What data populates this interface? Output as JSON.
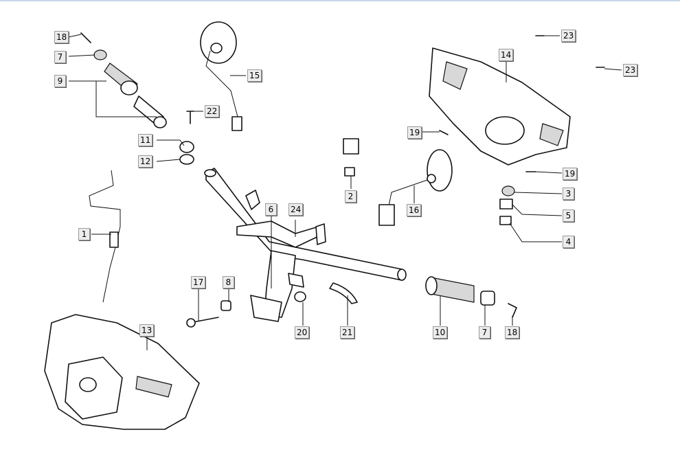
{
  "callouts": [
    {
      "id": "c18a",
      "label": "18"
    },
    {
      "id": "c7a",
      "label": "7"
    },
    {
      "id": "c9",
      "label": "9"
    },
    {
      "id": "c15",
      "label": "15"
    },
    {
      "id": "c22",
      "label": "22"
    },
    {
      "id": "c11",
      "label": "11"
    },
    {
      "id": "c12",
      "label": "12"
    },
    {
      "id": "c1",
      "label": "1"
    },
    {
      "id": "c6",
      "label": "6"
    },
    {
      "id": "c24",
      "label": "24"
    },
    {
      "id": "c2",
      "label": "2"
    },
    {
      "id": "c16",
      "label": "16"
    },
    {
      "id": "c14",
      "label": "14"
    },
    {
      "id": "c23a",
      "label": "23"
    },
    {
      "id": "c23b",
      "label": "23"
    },
    {
      "id": "c19a",
      "label": "19"
    },
    {
      "id": "c19b",
      "label": "19"
    },
    {
      "id": "c3",
      "label": "3"
    },
    {
      "id": "c5",
      "label": "5"
    },
    {
      "id": "c4",
      "label": "4"
    },
    {
      "id": "c17",
      "label": "17"
    },
    {
      "id": "c8",
      "label": "8"
    },
    {
      "id": "c20",
      "label": "20"
    },
    {
      "id": "c21",
      "label": "21"
    },
    {
      "id": "c10",
      "label": "10"
    },
    {
      "id": "c7b",
      "label": "7"
    },
    {
      "id": "c18b",
      "label": "18"
    },
    {
      "id": "c13",
      "label": "13"
    }
  ]
}
